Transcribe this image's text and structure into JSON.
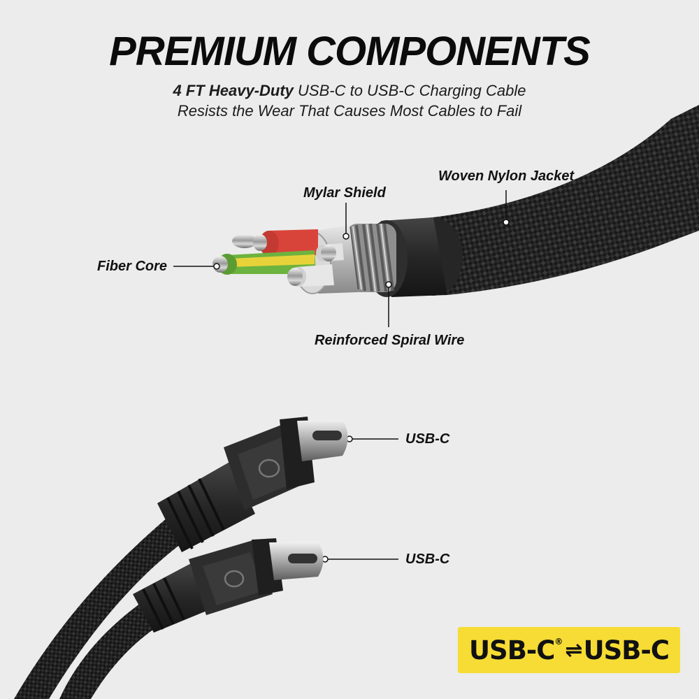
{
  "header": {
    "title": "PREMIUM COMPONENTS",
    "subtitle_bold": "4 FT Heavy-Duty",
    "subtitle_rest": " USB-C to USB-C Charging Cable",
    "subtitle_line2": "Resists the Wear That Causes Most Cables to Fail"
  },
  "callouts": {
    "woven_nylon_jacket": "Woven Nylon Jacket",
    "mylar_shield": "Mylar Shield",
    "fiber_core": "Fiber Core",
    "reinforced_spiral_wire": "Reinforced Spiral Wire",
    "usb_c_top": "USB-C",
    "usb_c_bottom": "USB-C"
  },
  "badge": {
    "left": "USB-C",
    "registered": "®",
    "arrows": "⇌",
    "right": "USB-C"
  },
  "colors": {
    "background": "#ececec",
    "badge": "#f6dc34",
    "wire_red": "#d9443a",
    "wire_green": "#6cb33f",
    "wire_yellow": "#e8d23a",
    "jacket": "#1c1c1c"
  }
}
